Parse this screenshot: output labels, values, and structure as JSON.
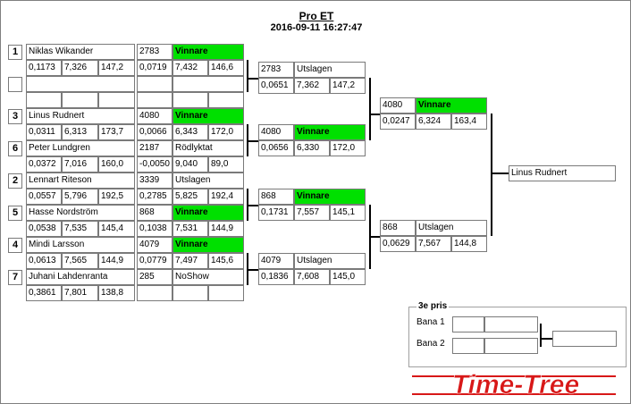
{
  "header": {
    "title": "Pro ET",
    "datetime": "2016-09-11 16:27:47"
  },
  "rows": [
    {
      "seed": "1",
      "name": "Niklas Wikander",
      "rt": "0,1173",
      "et": "7,326",
      "mph": "147,2",
      "dial": "2783",
      "result": "Vinnare",
      "rt2": "0,0719",
      "et2": "7,432",
      "mph2": "146,6"
    },
    {
      "seed": "",
      "name": "",
      "rt": "",
      "et": "",
      "mph": "",
      "dial": "",
      "result": "",
      "rt2": "",
      "et2": "",
      "mph2": ""
    },
    {
      "seed": "3",
      "name": "Linus Rudnert",
      "rt": "0,0311",
      "et": "6,313",
      "mph": "173,7",
      "dial": "4080",
      "result": "Vinnare",
      "rt2": "0,0066",
      "et2": "6,343",
      "mph2": "172,0"
    },
    {
      "seed": "6",
      "name": "Peter Lundgren",
      "rt": "0,0372",
      "et": "7,016",
      "mph": "160,0",
      "dial": "2187",
      "result": "Rödlyktat",
      "rt2": "-0,0050",
      "et2": "9,040",
      "mph2": "89,0"
    },
    {
      "seed": "2",
      "name": "Lennart Riteson",
      "rt": "0,0557",
      "et": "5,796",
      "mph": "192,5",
      "dial": "3339",
      "result": "Utslagen",
      "rt2": "0,2785",
      "et2": "5,825",
      "mph2": "192,4"
    },
    {
      "seed": "5",
      "name": "Hasse Nordström",
      "rt": "0,0538",
      "et": "7,535",
      "mph": "145,4",
      "dial": "868",
      "result": "Vinnare",
      "rt2": "0,1038",
      "et2": "7,531",
      "mph2": "144,9"
    },
    {
      "seed": "4",
      "name": "Mindi Larsson",
      "rt": "0,0613",
      "et": "7,565",
      "mph": "144,9",
      "dial": "4079",
      "result": "Vinnare",
      "rt2": "0,0779",
      "et2": "7,497",
      "mph2": "145,6"
    },
    {
      "seed": "7",
      "name": "Juhani Lahdenranta",
      "rt": "0,3861",
      "et": "7,801",
      "mph": "138,8",
      "dial": "285",
      "result": "NoShow",
      "rt2": "",
      "et2": "",
      "mph2": ""
    }
  ],
  "semis": [
    {
      "dial": "2783",
      "result": "Utslagen",
      "rt": "0,0651",
      "et": "7,362",
      "mph": "147,2"
    },
    {
      "dial": "4080",
      "result": "Vinnare",
      "rt": "0,0656",
      "et": "6,330",
      "mph": "172,0"
    },
    {
      "dial": "868",
      "result": "Vinnare",
      "rt": "0,1731",
      "et": "7,557",
      "mph": "145,1"
    },
    {
      "dial": "4079",
      "result": "Utslagen",
      "rt": "0,1836",
      "et": "7,608",
      "mph": "145,0"
    }
  ],
  "finals": [
    {
      "dial": "4080",
      "result": "Vinnare",
      "rt": "0,0247",
      "et": "6,324",
      "mph": "163,4"
    },
    {
      "dial": "868",
      "result": "Utslagen",
      "rt": "0,0629",
      "et": "7,567",
      "mph": "144,8"
    }
  ],
  "champion": "Linus Rudnert",
  "third": {
    "title": "3e pris",
    "lane1": "Bana 1",
    "lane2": "Bana 2"
  },
  "logo": "Time-Tree",
  "colors": {
    "winner": "#00e000",
    "logo": "#d81818"
  }
}
